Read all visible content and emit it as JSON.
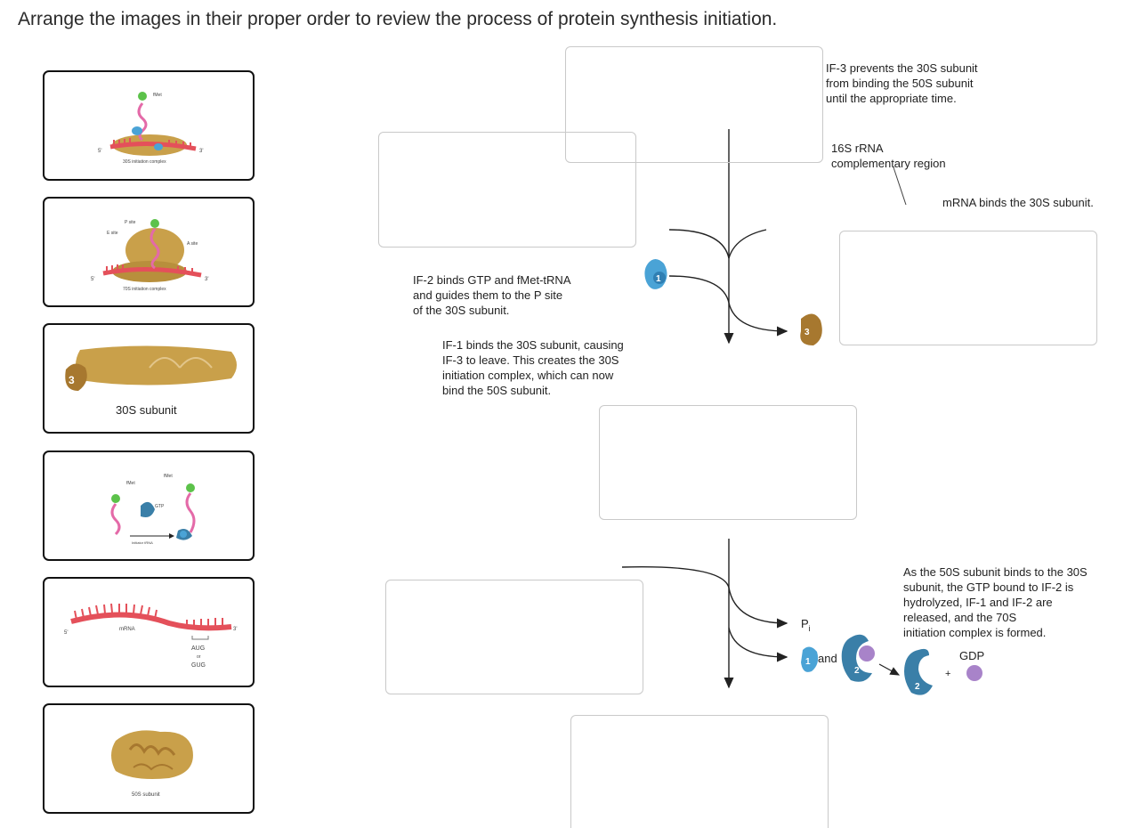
{
  "question": "Arrange the images in their proper order to review the process of protein synthesis initiation.",
  "cards": [
    {
      "id": "card-30s-initiation-complex",
      "labels": {
        "fmet": "fMet",
        "five": "5'",
        "three": "3'",
        "caption": "30S initiation complex"
      }
    },
    {
      "id": "card-70s-initiation-complex",
      "labels": {
        "psite": "P site",
        "esite": "E site",
        "asite": "A site",
        "five": "5'",
        "three": "3'",
        "caption": "70S initiation complex"
      }
    },
    {
      "id": "card-30s-subunit",
      "labels": {
        "if3": "3",
        "caption": "30S subunit"
      }
    },
    {
      "id": "card-fmet-trna",
      "labels": {
        "fmet1": "fMet",
        "fmet2": "fMet",
        "gtp": "GTP",
        "caption": "Initiator tRNA"
      }
    },
    {
      "id": "card-mrna",
      "labels": {
        "mrna": "mRNA",
        "five": "5'",
        "three": "3'",
        "aug": "AUG",
        "or": "or",
        "gug": "GUG"
      }
    },
    {
      "id": "card-50s-subunit",
      "labels": {
        "caption": "50S subunit"
      }
    }
  ],
  "diagram": {
    "if3_text": "IF-3 prevents the 30S subunit\nfrom binding the 50S subunit\nuntil the appropriate time.",
    "rrna_text": "16S rRNA\ncomplementary region",
    "mrna_binds_text": "mRNA binds the 30S subunit.",
    "if2_text": "IF-2 binds GTP and fMet-tRNA\nand guides them to the P site\nof the 30S subunit.",
    "if1_text": "IF-1 binds the 30S subunit, causing\nIF-3 to leave. This creates the 30S\ninitiation complex, which can now\nbind the 50S subunit.",
    "fifty_s_text": "As the 50S subunit binds to the 30S\nsubunit, the GTP bound to IF-2 is\nhydrolyzed, IF-1 and IF-2 are\nreleased, and the 70S\ninitiation complex is formed.",
    "pi_label": "P",
    "pi_sub": "i",
    "and_label": "and",
    "gdp_label": "GDP",
    "plus_label": "+",
    "if1_num": "1",
    "if2_num": "2",
    "if3_num": "3"
  },
  "colors": {
    "ribosome": "#c9a04a",
    "if_blue": "#4aa3d6",
    "if_dark": "#3a7fa8",
    "mrna": "#e4505a",
    "trna": "#e46aa8",
    "fmet": "#5cc24a",
    "gdp": "#a883c9"
  }
}
